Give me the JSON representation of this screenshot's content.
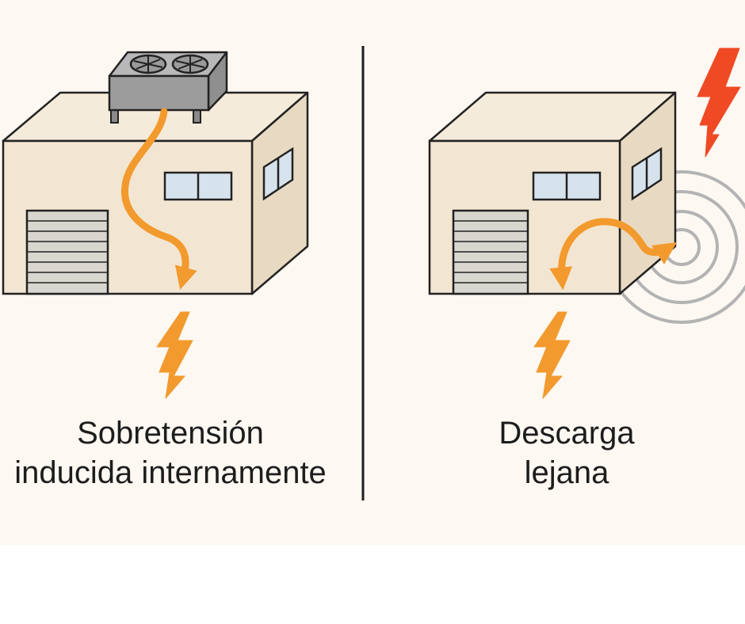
{
  "captions": {
    "left": {
      "line1": "Sobretensión",
      "line2": "inducida internamente"
    },
    "right": {
      "line1": "Descarga",
      "line2": "lejana"
    }
  },
  "colors": {
    "background": "#fdf8f1",
    "building_front": "#f2e6d2",
    "building_side": "#e8dac2",
    "building_roof": "#f5ebda",
    "outline": "#222222",
    "window": "#d7e3ec",
    "garage_door": "#d9d6d0",
    "ac_unit": "#9c9c9c",
    "surge_path": "#f29a2e",
    "lightning_strike": "#f04a25",
    "ripple_rings": "#b3b3b3",
    "divider": "#1d1d1d"
  },
  "icons": {
    "left_panel": [
      "building-icon",
      "ac-unit-icon",
      "fan-icon",
      "surge-path-arrow-icon",
      "lightning-bolt-icon"
    ],
    "right_panel": [
      "building-icon",
      "lightning-strike-icon",
      "ripple-rings-icon",
      "surge-path-arrow-icon",
      "lightning-bolt-icon"
    ]
  }
}
